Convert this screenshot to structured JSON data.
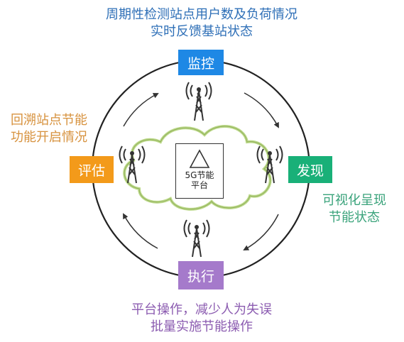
{
  "captions": {
    "top": "周期性检测站点用户数及负荷情况\n实时反馈基站状态",
    "left": "回溯站点节能\n功能开启情况",
    "right": "可视化呈现\n节能状态",
    "bottom": "平台操作，减少人为失误\n批量实施节能操作"
  },
  "nodes": {
    "top": "监控",
    "right": "发现",
    "bottom": "执行",
    "left": "评估"
  },
  "center": {
    "label": "5G节能\n平台"
  },
  "colors": {
    "top_node": "#1e88e5",
    "left_node": "#f39a1a",
    "right_node": "#19b078",
    "bottom_node": "#a57acb",
    "cloud_outline": "#bcd98a"
  }
}
